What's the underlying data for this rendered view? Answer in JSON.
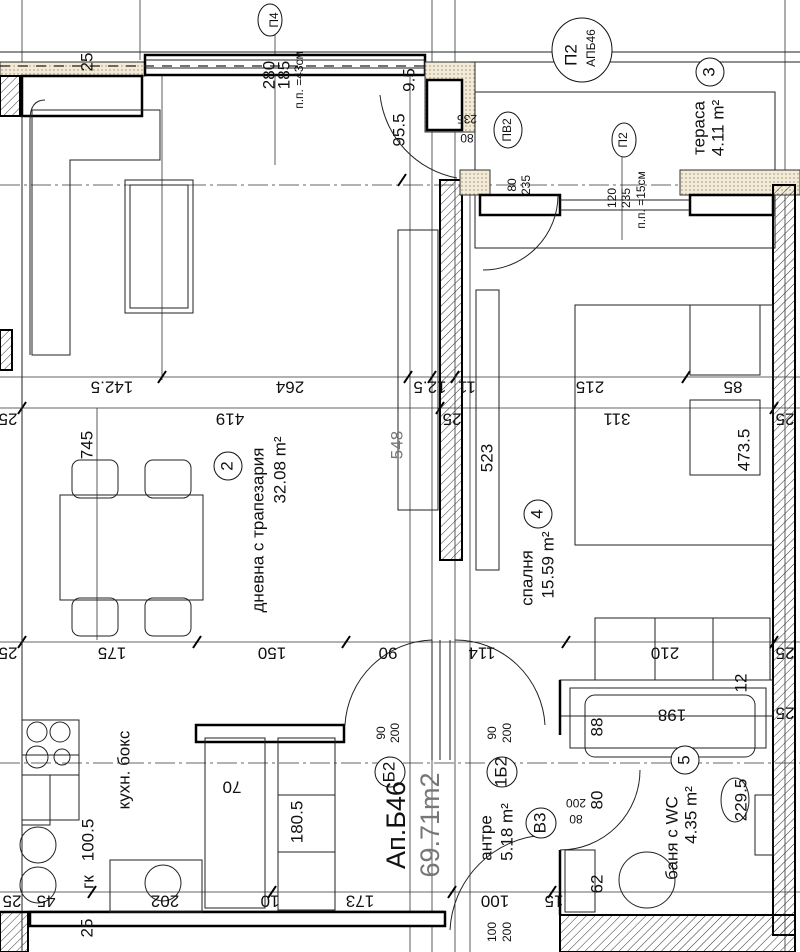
{
  "plan": {
    "apartment_label": "Ап.Б46",
    "apartment_area": "69.71m2",
    "rooms": [
      {
        "number": "2",
        "name": "дневна с трапезария",
        "area": "32.08 m²"
      },
      {
        "number": "3",
        "name": "тераса",
        "area": "4.11 m²"
      },
      {
        "number": "4",
        "name": "спалня",
        "area": "15.59 m²"
      },
      {
        "number": "5",
        "name": "баня с WC",
        "area": "4.35 m²"
      },
      {
        "number": "",
        "name": "антре",
        "area": "5.18 m²"
      },
      {
        "number": "",
        "name": "кухн. бокс",
        "area": ""
      }
    ],
    "openings": {
      "p4": {
        "tag": "П4",
        "h1": "280",
        "h2": "185",
        "sill": "п.п. =43см"
      },
      "p2_top": {
        "tag": "П2",
        "ref": "АПБ46"
      },
      "pv2": {
        "tag": "ПВ2",
        "h": "235",
        "w": "80"
      },
      "terrace_door": {
        "w": "80",
        "h": "235"
      },
      "p2": {
        "tag": "П2",
        "w": "120",
        "h": "235",
        "sill": "п.п. =15см"
      },
      "b2": {
        "tag": "Б2",
        "w": "90",
        "h": "200"
      },
      "1b2": {
        "tag": "1Б2",
        "w": "90",
        "h": "200"
      },
      "v3": {
        "tag": "В3",
        "h": "200",
        "w": "80"
      },
      "entry": {
        "w": "100",
        "h": "200"
      }
    },
    "dims": {
      "top_25": "25",
      "d9_5": "9.5",
      "d95_5": "95.5",
      "row1": [
        "142.5",
        "264",
        "12.5",
        "11",
        "215",
        "85"
      ],
      "row2": [
        "25",
        "419",
        "25",
        "311",
        "25"
      ],
      "d745": "745",
      "d548": "548",
      "d523": "523",
      "d473_5": "473.5",
      "row3": [
        "25",
        "175",
        "150",
        "90",
        "114",
        "210",
        "25"
      ],
      "d12": "12",
      "d25r": "25",
      "d198": "198",
      "d88": "88",
      "d70": "70",
      "d180_5": "180.5",
      "d80": "80",
      "d229_5": "229.5",
      "gk": "гк",
      "d100_5": "100.5",
      "row4": [
        "25",
        "45",
        "202",
        "10",
        "173",
        "100",
        "15"
      ],
      "d62": "62",
      "bottom_25": "25"
    }
  }
}
